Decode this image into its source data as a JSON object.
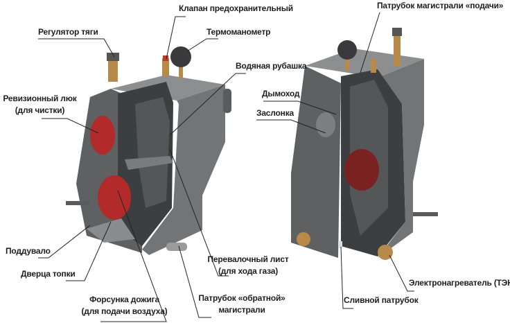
{
  "labels": {
    "safety_valve": "Клапан предохранительный",
    "draft_regulator": "Регулятор тяги",
    "thermomanometer": "Термоманометр",
    "water_jacket": "Водяная рубашка",
    "inspection_hatch": "Ревизионный люк",
    "inspection_hatch_note": "(для чистки)",
    "ash_pit": "Поддувало",
    "firebox_door": "Дверца топки",
    "afterburn_nozzle": "Форсунка дожига",
    "afterburn_nozzle_note": "(для подачи воздуха)",
    "baffle_sheet": "Перевалочный лист",
    "baffle_sheet_note": "(для хода газа)",
    "return_pipe": "Патрубок «обратной»",
    "return_pipe_note": "магистрали",
    "supply_pipe": "Патрубок магистрали «подачи»",
    "chimney": "Дымоход",
    "damper": "Заслонка",
    "heater": "Электронагреватель (ТЭН)",
    "drain_pipe": "Сливной патрубок"
  },
  "colors": {
    "body": "#6e6f71",
    "body_dark": "#4a4b4d",
    "body_light": "#8b8c8e",
    "door_red": "#b22a2a",
    "brass": "#b88a4a",
    "text": "#1e1e1e"
  }
}
